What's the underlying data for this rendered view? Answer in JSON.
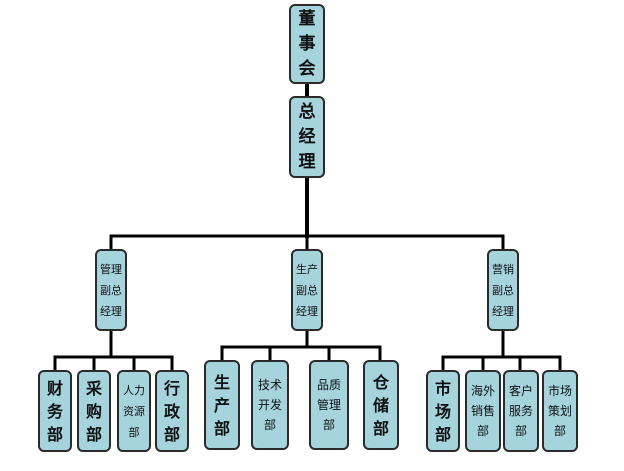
{
  "board": {
    "label": "董\n事\n会"
  },
  "gm": {
    "label": "总\n经\n理"
  },
  "vps": [
    {
      "label": "管理\n副总\n经理"
    },
    {
      "label": "生产\n副总\n经理"
    },
    {
      "label": "营销\n副总\n经理"
    }
  ],
  "departments": {
    "finance": "财\n务\n部",
    "purchasing": "采\n购\n部",
    "hr": "人力\n资源\n部",
    "admin": "行\n政\n部",
    "production": "生\n产\n部",
    "tech": "技术\n开发\n部",
    "quality": "品质\n管理\n部",
    "storage": "仓\n储\n部",
    "market": "市\n场\n部",
    "overseas": "海外\n销售\n部",
    "service": "客户\n服务\n部",
    "planning": "市场\n策划\n部"
  },
  "colors": {
    "box_fill": "#a5d4dd",
    "line": "#000000"
  }
}
